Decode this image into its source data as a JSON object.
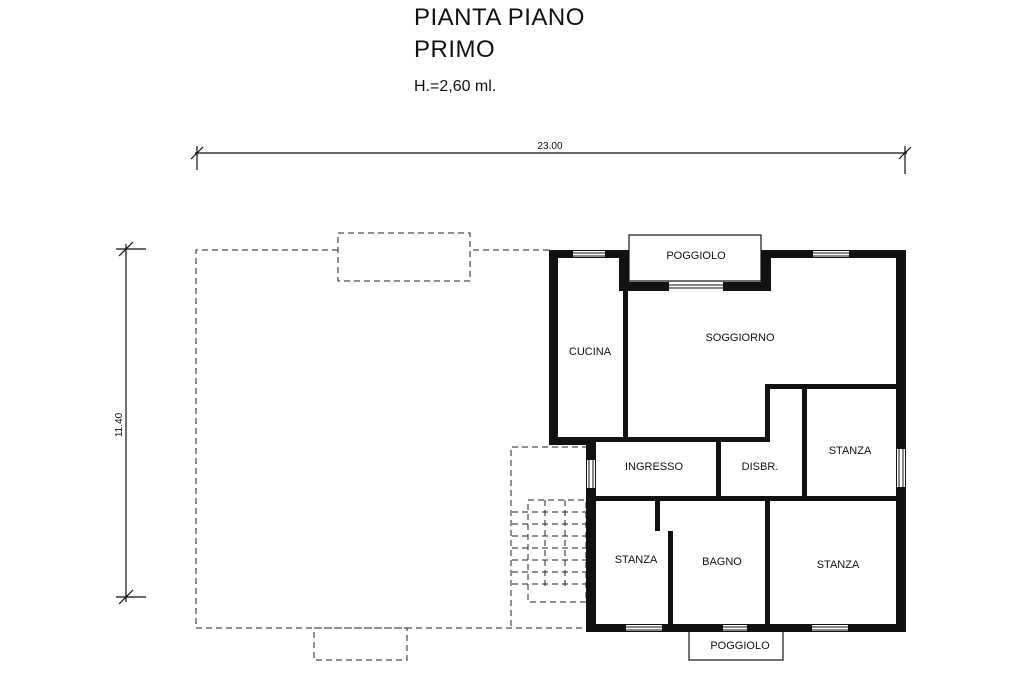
{
  "header": {
    "title_line1": "PIANTA PIANO",
    "title_line2": "PRIMO",
    "height_note": "H.=2,60 ml."
  },
  "dimensions": {
    "width": "23.00",
    "depth": "11.40"
  },
  "rooms": {
    "cucina": "CUCINA",
    "soggiorno": "SOGGIORNO",
    "ingresso": "INGRESSO",
    "disbr": "DISBR.",
    "stanza_east": "STANZA",
    "stanza_southwest": "STANZA",
    "bagno": "BAGNO",
    "stanza_southeast": "STANZA",
    "poggiolo_north": "POGGIOLO",
    "poggiolo_south": "POGGIOLO"
  },
  "colors": {
    "ink": "#111111",
    "paper": "#ffffff"
  }
}
